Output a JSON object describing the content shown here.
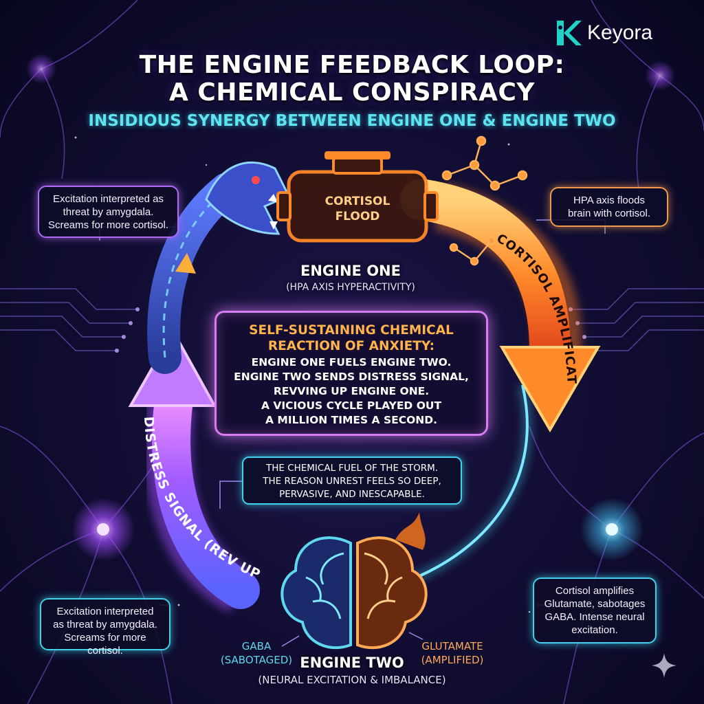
{
  "logo": {
    "text": "Keyora"
  },
  "header": {
    "title_line1": "THE ENGINE FEEDBACK LOOP:",
    "title_line2": "A CHEMICAL CONSPIRACY",
    "subtitle": "INSIDIOUS SYNERGY BETWEEN ENGINE ONE & ENGINE TWO"
  },
  "engine_one": {
    "badge_line1": "CORTISOL",
    "badge_line2": "FLOOD",
    "label": "ENGINE ONE",
    "sublabel": "(HPA AXIS HYPERACTIVITY)"
  },
  "engine_two": {
    "label": "ENGINE TWO",
    "sublabel": "(NEURAL EXCITATION & IMBALANCE)",
    "gaba": "GABA",
    "gaba_state": "(SABOTAGED)",
    "glutamate": "GLUTAMATE",
    "glutamate_state": "(AMPLIFIED)"
  },
  "arrows": {
    "right": "CORTISOL AMPLIFICATION",
    "left": "DISTRESS SIGNAL (REV UP)"
  },
  "center": {
    "heading_line1": "SELF-SUSTAINING CHEMICAL",
    "heading_line2": "REACTION OF ANXIETY:",
    "body": [
      "ENGINE ONE FUELS ENGINE TWO.",
      "ENGINE TWO SENDS DISTRESS SIGNAL,",
      "REVVING UP ENGINE ONE.",
      "A VICIOUS CYCLE PLAYED OUT",
      "A MILLION TIMES A SECOND."
    ]
  },
  "fuel_box": {
    "lines": [
      "THE CHEMICAL FUEL OF THE STORM.",
      "THE REASON UNREST FEELS SO DEEP,",
      "PERVASIVE, AND INESCAPABLE."
    ]
  },
  "callouts": {
    "top_left": [
      "Excitation interpreted as",
      "threat by amygdala.",
      "Screams for more cortisol."
    ],
    "top_right": [
      "HPA axis floods",
      "brain with cortisol."
    ],
    "bottom_left": [
      "Excitation interpreted",
      "as threat by amygdala.",
      "Screams for more cortisol."
    ],
    "bottom_right": [
      "Cortisol amplifies",
      "Glutamate, sabotages",
      "GABA. Intense neural",
      "excitation."
    ]
  },
  "colors": {
    "cortisol": "#ff8a2a",
    "distress": "#b45cff",
    "cyan": "#3fd2ea",
    "heading": "#ffb34d",
    "subtitle": "#5fe3f0"
  }
}
